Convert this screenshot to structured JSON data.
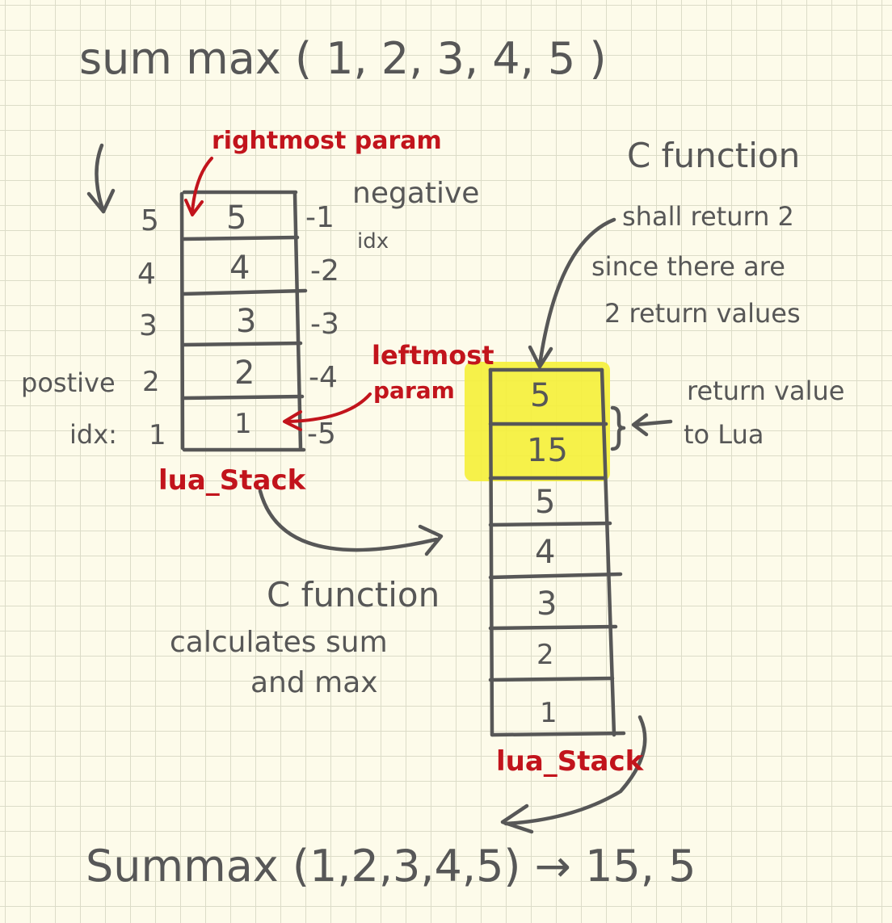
{
  "header": {
    "top_call": "sum max ( 1, 2, 3, 4, 5 )"
  },
  "left_stack": {
    "cells": [
      "5",
      "4",
      "3",
      "2",
      "1"
    ],
    "positive_labels": [
      "5",
      "4",
      "3",
      "2",
      "1"
    ],
    "negative_labels": [
      "-1",
      "-2",
      "-3",
      "-4",
      "-5"
    ],
    "positive_caption": [
      "postive",
      "idx:"
    ],
    "negative_caption": [
      "negative",
      "idx"
    ],
    "name": "lua_Stack"
  },
  "annotations": {
    "rightmost_param": "rightmost param",
    "leftmost_param": [
      "leftmost",
      "param"
    ],
    "c_function_return": [
      "C function",
      "shall return 2",
      "since there are",
      "2 return values"
    ],
    "return_value": [
      "return value",
      "to Lua"
    ],
    "c_function_calc": [
      "C function",
      "calculates sum",
      "and max"
    ]
  },
  "right_stack": {
    "cells": [
      "5",
      "15",
      "5",
      "4",
      "3",
      "2",
      "1"
    ],
    "highlighted_count": 2,
    "name": "lua_Stack"
  },
  "footer": {
    "bottom_call": "Summax (1,2,3,4,5) → 15, 5"
  },
  "colors": {
    "ink": "#575757",
    "red": "#c2141c",
    "highlight": "#f5f038",
    "paper": "#fdfbea",
    "grid": "#dcdcc8"
  }
}
